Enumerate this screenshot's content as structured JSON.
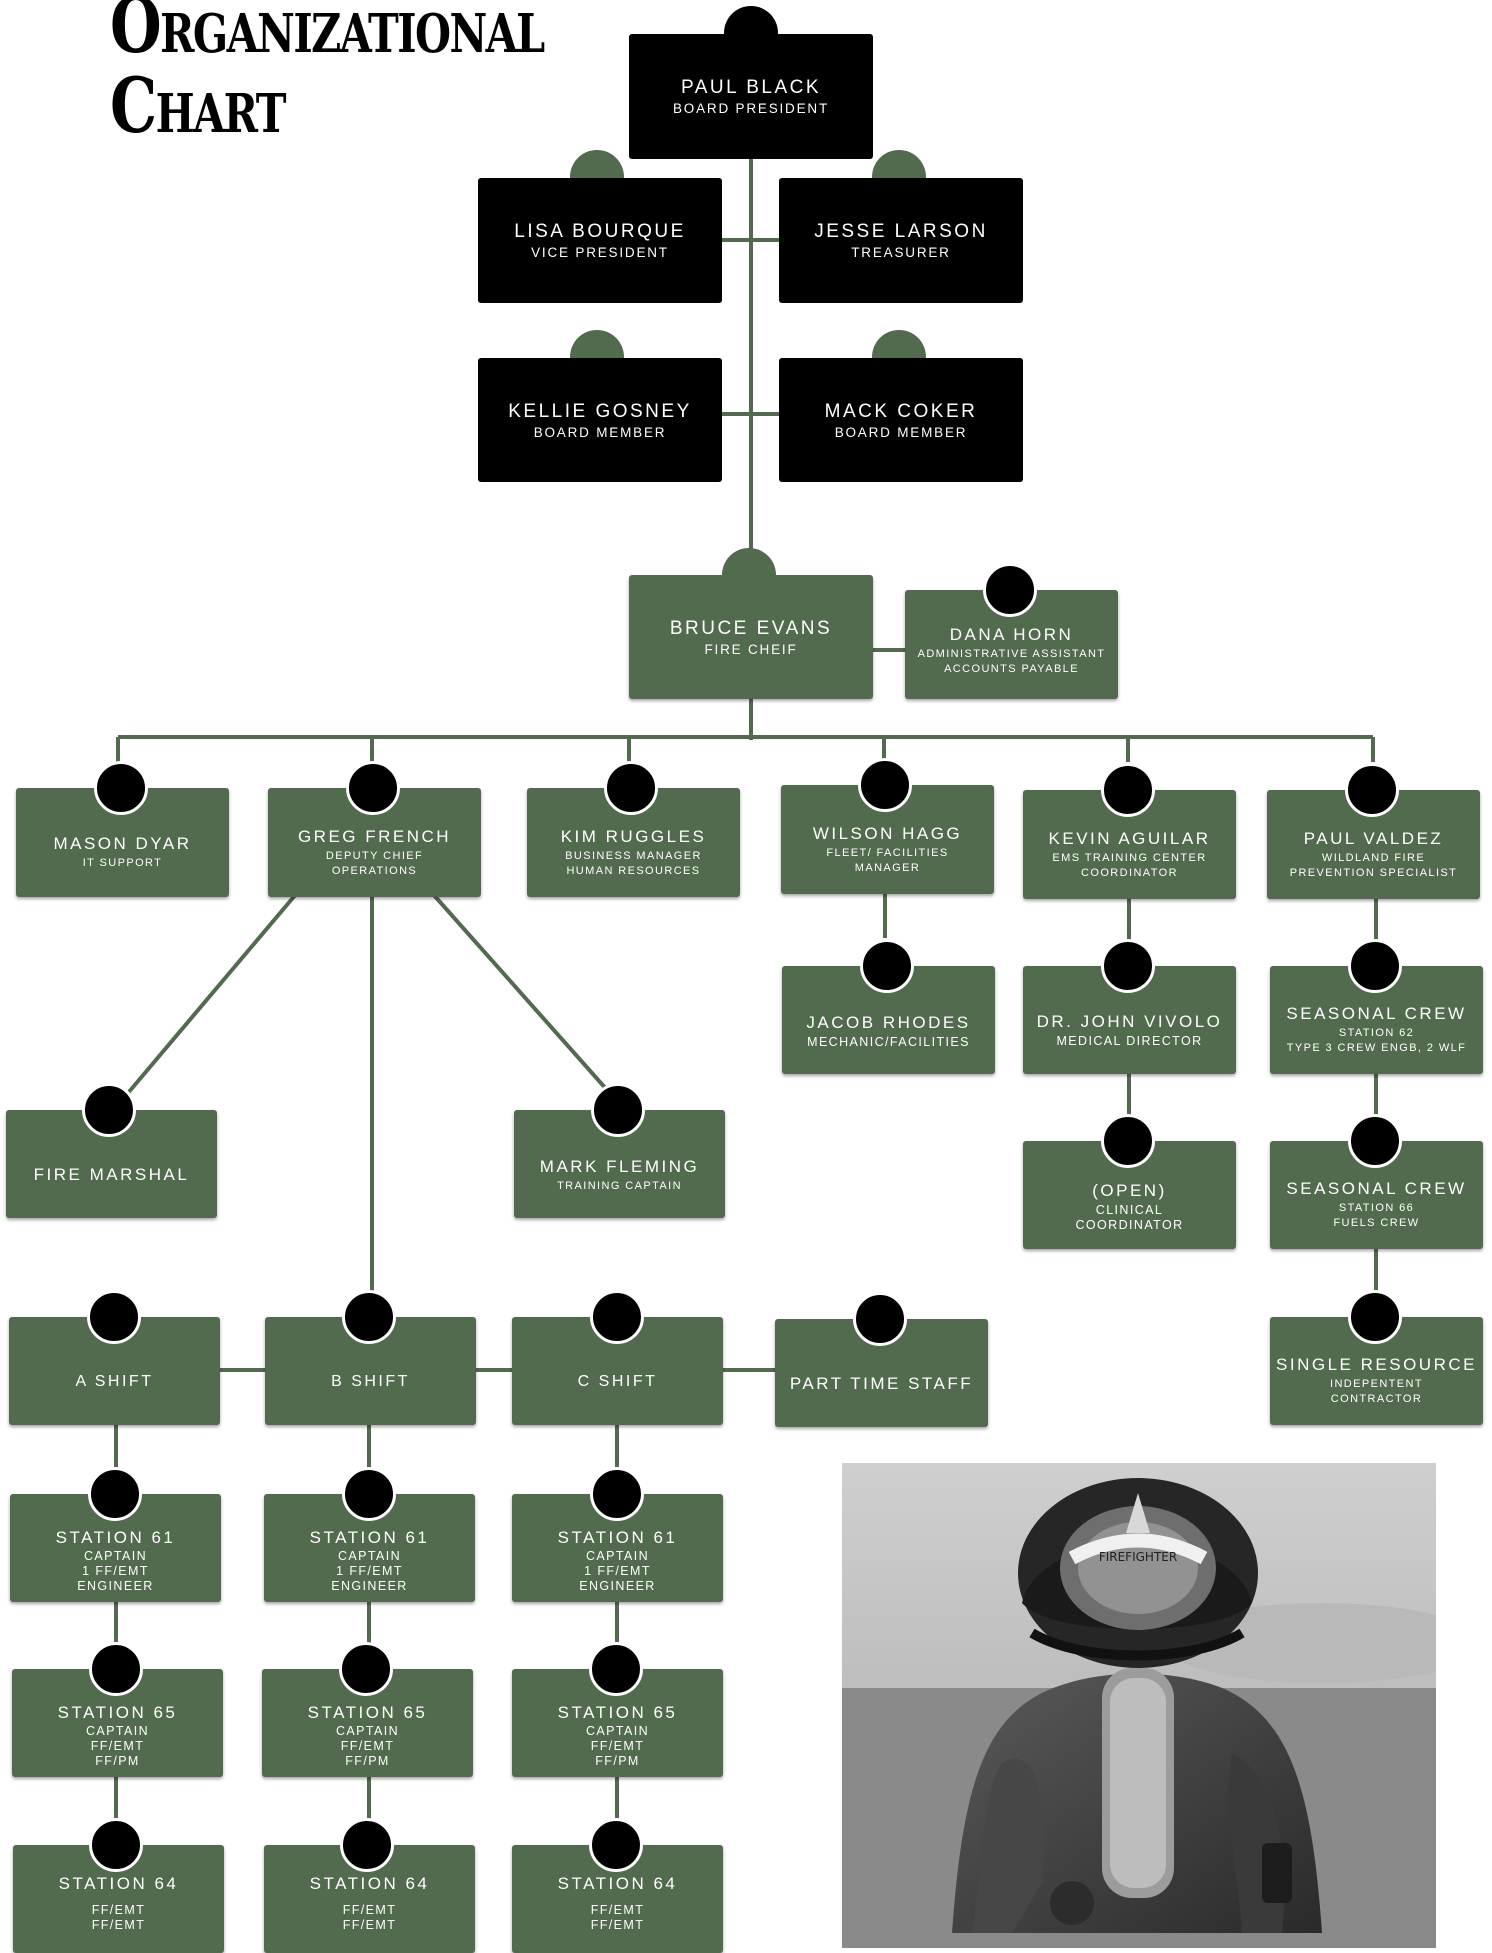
{
  "title": {
    "line1": "Organizational",
    "line2": "Chart"
  },
  "board": [
    {
      "name": "PAUL BLACK",
      "role": [
        "BOARD PRESIDENT"
      ]
    },
    {
      "name": "LISA BOURQUE",
      "role": [
        "VICE PRESIDENT"
      ]
    },
    {
      "name": "JESSE LARSON",
      "role": [
        "TREASURER"
      ]
    },
    {
      "name": "KELLIE GOSNEY",
      "role": [
        "BOARD MEMBER"
      ]
    },
    {
      "name": "MACK COKER",
      "role": [
        "BOARD MEMBER"
      ]
    }
  ],
  "chief": {
    "name": "BRUCE EVANS",
    "role": [
      "FIRE CHEIF"
    ]
  },
  "assistant": {
    "name": "DANA HORN",
    "role": [
      "ADMINISTRATIVE ASSISTANT",
      "ACCOUNTS PAYABLE"
    ]
  },
  "directs": [
    {
      "name": "MASON DYAR",
      "role": [
        "IT SUPPORT"
      ]
    },
    {
      "name": "GREG FRENCH",
      "role": [
        "DEPUTY CHIEF",
        "OPERATIONS"
      ]
    },
    {
      "name": "KIM RUGGLES",
      "role": [
        "BUSINESS MANAGER",
        "HUMAN RESOURCES"
      ]
    },
    {
      "name": "WILSON HAGG",
      "role": [
        "FLEET/ FACILITIES",
        "MANAGER"
      ]
    },
    {
      "name": "KEVIN AGUILAR",
      "role": [
        "EMS TRAINING CENTER",
        "COORDINATOR"
      ]
    },
    {
      "name": "PAUL VALDEZ",
      "role": [
        "WILDLAND FIRE",
        "PREVENTION SPECIALIST"
      ]
    }
  ],
  "ops": [
    {
      "name": "FIRE MARSHAL",
      "role": []
    },
    {
      "name": "MARK FLEMING",
      "role": [
        "TRAINING CAPTAIN"
      ]
    }
  ],
  "fleet": [
    {
      "name": "JACOB RHODES",
      "role": [
        "MECHANIC/FACILITIES"
      ]
    }
  ],
  "ems": [
    {
      "name": "DR. JOHN VIVOLO",
      "role": [
        "MEDICAL DIRECTOR"
      ]
    },
    {
      "name": "(OPEN)",
      "role": [
        "CLINICAL",
        "COORDINATOR"
      ]
    }
  ],
  "wildland": [
    {
      "name": "SEASONAL CREW",
      "role": [
        "STATION 62",
        "TYPE 3 CREW ENGB, 2 WLF"
      ]
    },
    {
      "name": "SEASONAL CREW",
      "role": [
        "STATION 66",
        "FUELS CREW"
      ]
    },
    {
      "name": "SINGLE RESOURCE",
      "role": [
        "INDEPENTENT",
        "CONTRACTOR"
      ]
    }
  ],
  "shifts": [
    {
      "name": "A SHIFT",
      "role": []
    },
    {
      "name": "B SHIFT",
      "role": []
    },
    {
      "name": "C SHIFT",
      "role": []
    },
    {
      "name": "PART TIME STAFF",
      "role": []
    }
  ],
  "stations": [
    {
      "name": "STATION 61",
      "role": [
        "CAPTAIN",
        "1 FF/EMT",
        "ENGINEER"
      ]
    },
    {
      "name": "STATION 65",
      "role": [
        "CAPTAIN",
        "FF/EMT",
        "FF/PM"
      ]
    },
    {
      "name": "STATION 64",
      "role": [
        "FF/EMT",
        "FF/EMT"
      ]
    }
  ],
  "photo": {
    "helmet_text": "FIREFIGHTER",
    "colors": {
      "sky": "#d4d4d4",
      "ground": "#8a8a8a",
      "coat": "#3d3d3d",
      "helmet": "#262626"
    }
  },
  "colors": {
    "green": "#526a4e",
    "black": "#000000",
    "line": "#526a4e"
  }
}
